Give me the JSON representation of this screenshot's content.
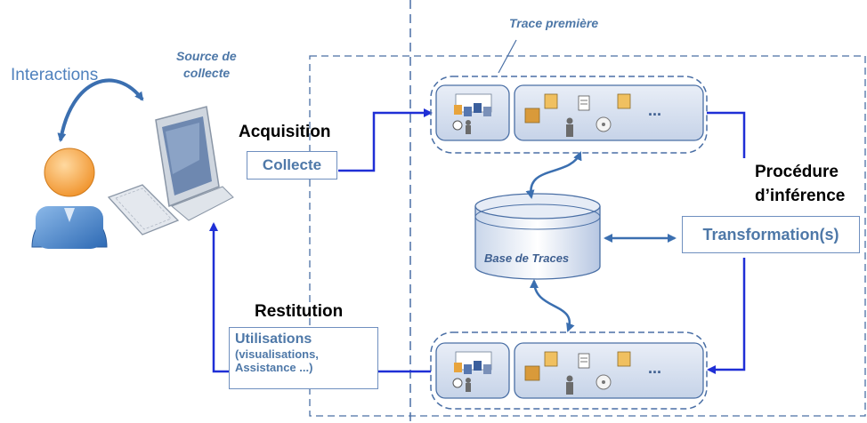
{
  "labels": {
    "interactions": "Interactions",
    "source_line1": "Source de",
    "source_line2": "collecte",
    "trace_premiere": "Trace première",
    "acquisition": "Acquisition",
    "collecte": "Collecte",
    "procedure_line1": "Procédure",
    "procedure_line2": "d’inférence",
    "base_de_traces": "Base de Traces",
    "transformations": "Transformation(s)",
    "restitution": "Restitution",
    "utilisations_line1": "Utilisations",
    "utilisations_line2": "(visualisations,",
    "utilisations_line3": "Assistance ...)",
    "ellipsis_top": "...",
    "ellipsis_bottom": "..."
  },
  "colors": {
    "arrow_blue": "#1f2fd6",
    "curve_blue": "#3b6fb0",
    "dash_blue": "#4a6fa5",
    "label_blue": "#4f81bd",
    "panel_fill": "#d7e0ef"
  }
}
